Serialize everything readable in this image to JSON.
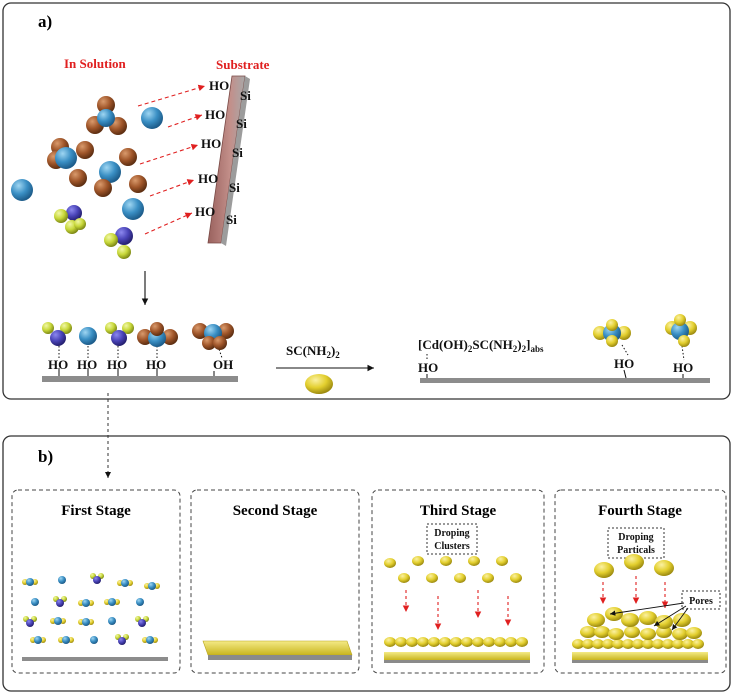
{
  "panel_a": {
    "tag": "a)",
    "in_solution": "In Solution",
    "substrate": "Substrate",
    "ho": "HO",
    "si": "Si",
    "oh": "OH",
    "reagent": "SC(NH2)2",
    "reagent_main": "SC(NH",
    "reagent_sub2": "2",
    "reagent_close": ")",
    "reagent_sub2b": "2",
    "complex_open": "[Cd(OH)",
    "complex_2a": "2",
    "complex_mid": "SC(NH",
    "complex_2b": "2",
    "complex_close": ")",
    "complex_2c": "2",
    "complex_end": "]",
    "complex_abs": "abs"
  },
  "panel_b": {
    "tag": "b)",
    "stages": [
      {
        "title": "First Stage"
      },
      {
        "title": "Second Stage"
      },
      {
        "title": "Third Stage",
        "note_line1": "Droping",
        "note_line2": "Clusters"
      },
      {
        "title": "Fourth Stage",
        "note_line1": "Droping",
        "note_line2": "Particals",
        "pores": "Pores"
      }
    ]
  },
  "colors": {
    "cd_blue": "#3a8fc4",
    "s_orange": "#a0562a",
    "n_purple": "#4a44b8",
    "h_yellowgreen": "#c8d83a",
    "cds_yellow": "#e3cf2e",
    "arrow_red": "#e02020",
    "substrate": "#b07a76"
  }
}
